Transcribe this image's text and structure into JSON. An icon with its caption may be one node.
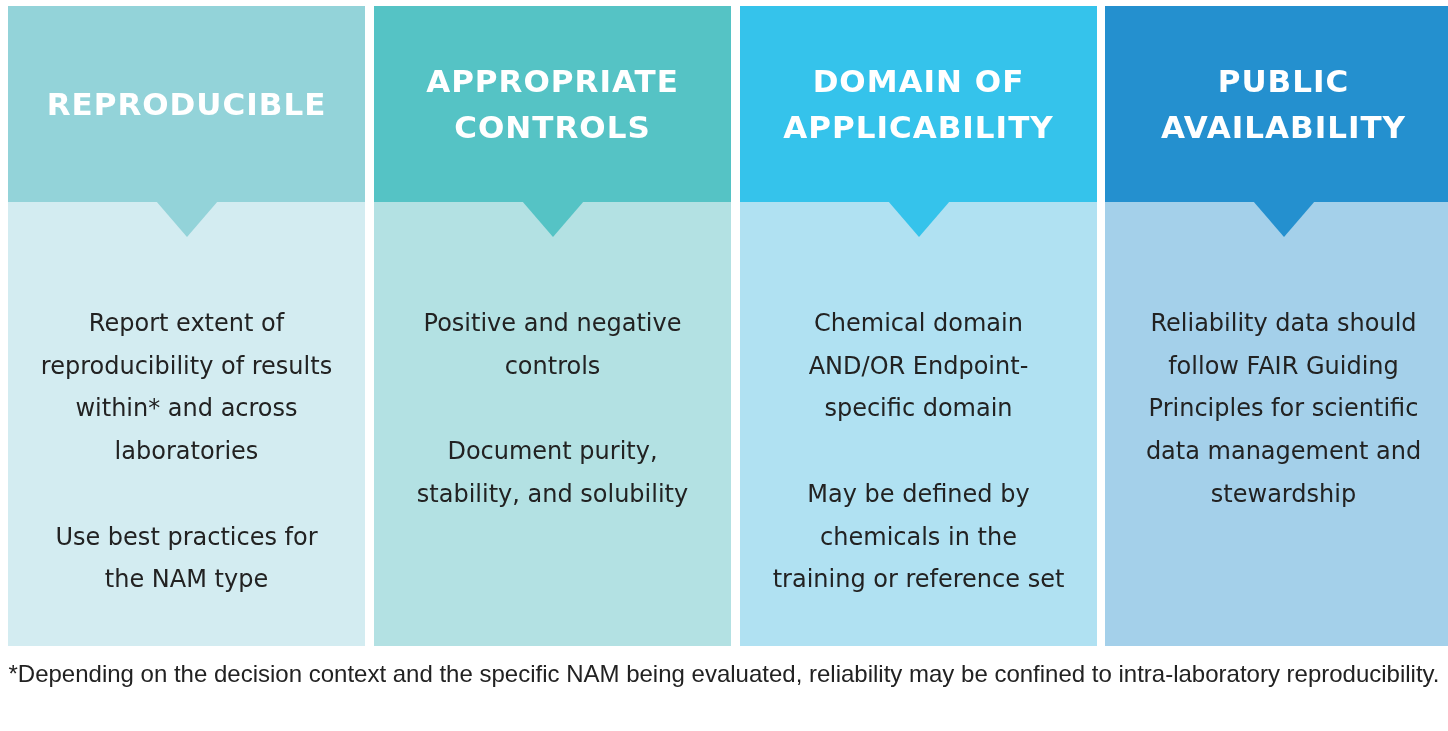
{
  "diagram": {
    "nodes": [
      {
        "text": [
          "REPRODUCIBLE",
          "Report extent of reproducibility of results within* and across laboratories",
          "Use best practices for the NAM type"
        ]
      },
      {
        "text": [
          "APPROPRIATE CONTROLS",
          "Positive and negative controls",
          "Document purity, stability, and solubility"
        ]
      },
      {
        "text": [
          "DOMAIN OF APPLICABILITY",
          "Chemical domain AND/OR Endpoint-specific domain",
          "May be defined by chemicals in the training or reference set"
        ]
      },
      {
        "text": [
          "PUBLIC AVAILABILITY",
          "Reliability data should follow FAIR Guiding Principles for scientific data management and stewardship"
        ]
      }
    ],
    "edges": [],
    "labels": [
      "*Depending on the decision context and the specific NAM being evaluated, reliability may be confined to intra-laboratory reproducibility."
    ]
  }
}
